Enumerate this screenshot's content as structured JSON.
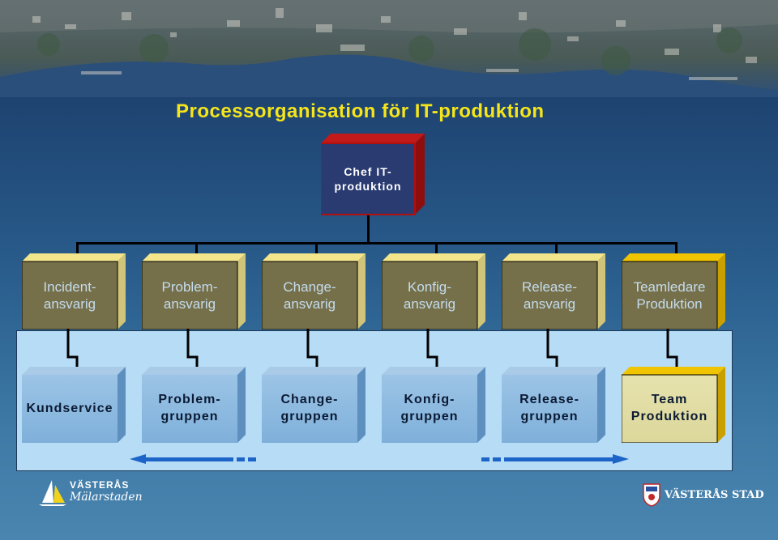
{
  "title": "Processorganisation för IT-produktion",
  "chef": {
    "label": "Chef IT-\nproduktion"
  },
  "roles": [
    {
      "label": "Incident-\nansvarig"
    },
    {
      "label": "Problem-\nansvarig"
    },
    {
      "label": "Change-\nansvarig"
    },
    {
      "label": "Konfig-\nansvarig"
    },
    {
      "label": "Release-\nansvarig"
    },
    {
      "label": "Teamledare\nProduktion"
    }
  ],
  "groups": [
    {
      "label": "Kundservice"
    },
    {
      "label": "Problem-\ngruppen"
    },
    {
      "label": "Change-\ngruppen"
    },
    {
      "label": "Konfig-\ngruppen"
    },
    {
      "label": "Release-\ngruppen"
    },
    {
      "label": "Team\nProduktion"
    }
  ],
  "logos": {
    "left": {
      "line1": "VÄSTERÅS",
      "line2": "Mälarstaden"
    },
    "right": {
      "text": "VÄSTERÅS STAD"
    }
  },
  "colors": {
    "title": "#f5e51a",
    "role_fill": "#76704a",
    "role_edge": "#f3e58a",
    "role_text": "#c4dcee",
    "team_edge": "#f0c400",
    "group_fill": "#7fb0da",
    "team_group_fill": "#dcd79a",
    "chef_edge": "#b01010"
  }
}
